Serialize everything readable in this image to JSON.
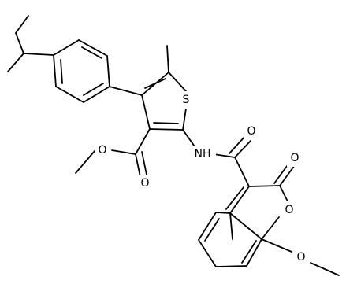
{
  "diagram": {
    "type": "chemical-structure",
    "atom_labels": {
      "thiophene_s": "S",
      "amide_nh": "NH",
      "amide_o": "O",
      "ester_o_carbonyl": "O",
      "ester_o_methoxy": "O",
      "lactone_o_carbonyl": "O",
      "lactone_o_ring": "O",
      "methoxy_o": "O"
    }
  }
}
